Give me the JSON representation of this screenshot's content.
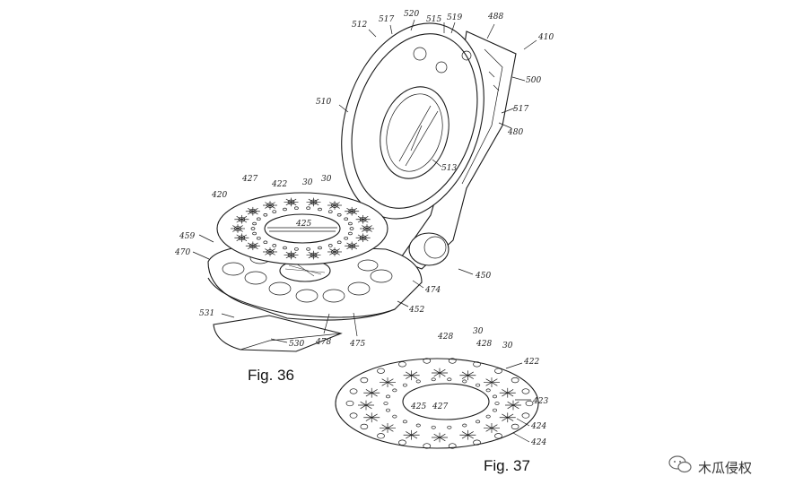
{
  "figures": [
    {
      "caption": "Fig. 36"
    },
    {
      "caption": "Fig. 37"
    }
  ],
  "fig36_labels": [
    "410",
    "488",
    "519",
    "515",
    "520",
    "517",
    "512",
    "510",
    "500",
    "517",
    "480",
    "513",
    "427",
    "422",
    "30",
    "30",
    "420",
    "425",
    "459",
    "470",
    "450",
    "474",
    "452",
    "531",
    "530",
    "478",
    "475"
  ],
  "fig37_labels": [
    "428",
    "30",
    "428",
    "30",
    "422",
    "425",
    "427",
    "423",
    "424",
    "424"
  ],
  "watermark": {
    "text": "木瓜侵权",
    "icon": "wechat-icon"
  }
}
